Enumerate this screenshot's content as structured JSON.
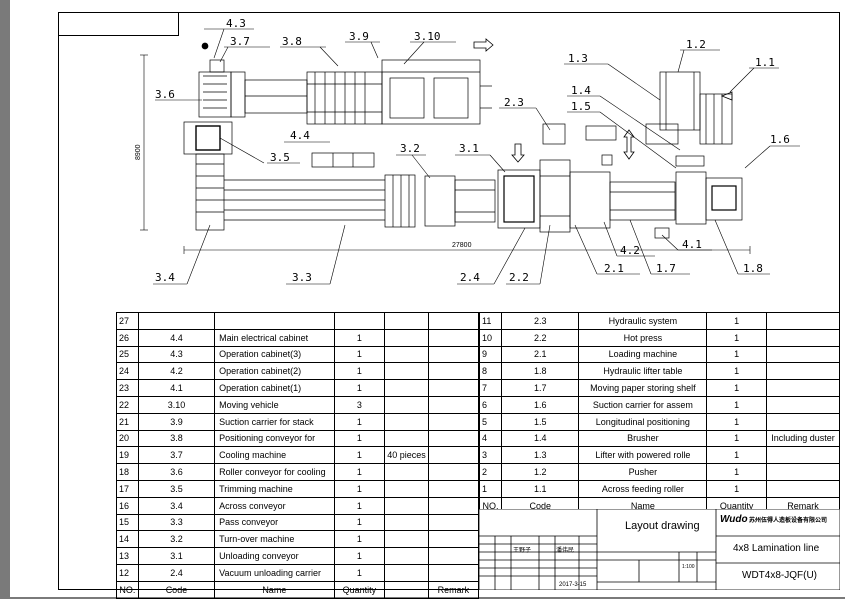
{
  "labels": {
    "l43": "4.3",
    "l37": "3.7",
    "l38": "3.8",
    "l39": "3.9",
    "l310": "3.10",
    "l13": "1.3",
    "l12": "1.2",
    "l11": "1.1",
    "l36": "3.6",
    "l23": "2.3",
    "l14": "1.4",
    "l15": "1.5",
    "l44": "4.4",
    "l35": "3.5",
    "l32": "3.2",
    "l31": "3.1",
    "l16": "1.6",
    "l34": "3.4",
    "l33": "3.3",
    "l24": "2.4",
    "l22": "2.2",
    "l21": "2.1",
    "l42": "4.2",
    "l41": "4.1",
    "l17": "1.7",
    "l18": "1.8"
  },
  "dims": {
    "height": "8900",
    "width": "27800"
  },
  "left_table": {
    "header": [
      "NO.",
      "Code",
      "Name",
      "Quantity",
      "",
      "Remark"
    ],
    "rows": [
      [
        "27",
        "",
        "",
        "",
        "",
        ""
      ],
      [
        "26",
        "4.4",
        "Main electrical cabinet",
        "1",
        "",
        ""
      ],
      [
        "25",
        "4.3",
        "Operation cabinet(3)",
        "1",
        "",
        ""
      ],
      [
        "24",
        "4.2",
        "Operation cabinet(2)",
        "1",
        "",
        ""
      ],
      [
        "23",
        "4.1",
        "Operation cabinet(1)",
        "1",
        "",
        ""
      ],
      [
        "22",
        "3.10",
        "Moving vehicle",
        "3",
        "",
        ""
      ],
      [
        "21",
        "3.9",
        "Suction carrier for stack",
        "1",
        "",
        ""
      ],
      [
        "20",
        "3.8",
        "Positioning conveyor for",
        "1",
        "",
        ""
      ],
      [
        "19",
        "3.7",
        "Cooling machine",
        "1",
        "40 pieces",
        ""
      ],
      [
        "18",
        "3.6",
        "Roller conveyor for cooling",
        "1",
        "",
        ""
      ],
      [
        "17",
        "3.5",
        "Trimming machine",
        "1",
        "",
        ""
      ],
      [
        "16",
        "3.4",
        "Across conveyor",
        "1",
        "",
        ""
      ],
      [
        "15",
        "3.3",
        "Pass conveyor",
        "1",
        "",
        ""
      ],
      [
        "14",
        "3.2",
        "Turn-over machine",
        "1",
        "",
        ""
      ],
      [
        "13",
        "3.1",
        "Unloading conveyor",
        "1",
        "",
        ""
      ],
      [
        "12",
        "2.4",
        "Vacuum unloading carrier",
        "1",
        "",
        ""
      ]
    ]
  },
  "right_table": {
    "header": [
      "NO.",
      "Code",
      "Name",
      "Quantity",
      "Remark"
    ],
    "rows": [
      [
        "11",
        "2.3",
        "Hydraulic system",
        "1",
        ""
      ],
      [
        "10",
        "2.2",
        "Hot press",
        "1",
        ""
      ],
      [
        "9",
        "2.1",
        "Loading machine",
        "1",
        ""
      ],
      [
        "8",
        "1.8",
        "Hydraulic lifter table",
        "1",
        ""
      ],
      [
        "7",
        "1.7",
        "Moving paper storing shelf",
        "1",
        ""
      ],
      [
        "6",
        "1.6",
        "Suction carrier for assem",
        "1",
        ""
      ],
      [
        "5",
        "1.5",
        "Longitudinal positioning",
        "1",
        ""
      ],
      [
        "4",
        "1.4",
        "Brusher",
        "1",
        "Including duster"
      ],
      [
        "3",
        "1.3",
        "Lifter with powered rolle",
        "1",
        ""
      ],
      [
        "2",
        "1.2",
        "Pusher",
        "1",
        ""
      ],
      [
        "1",
        "1.1",
        "Across feeding roller",
        "1",
        ""
      ]
    ]
  },
  "title_block": {
    "drawing_title": "Layout drawing",
    "line_name": "4x8 Lamination line",
    "drawing_code": "WDT4x8-JQF(U)",
    "company_logo": "Wudo",
    "company_name": "苏州伍得人造板设备有限公司",
    "scale": "1:100",
    "designer": "王野子",
    "checker": "潘伟民",
    "date": "2017-3-15"
  }
}
